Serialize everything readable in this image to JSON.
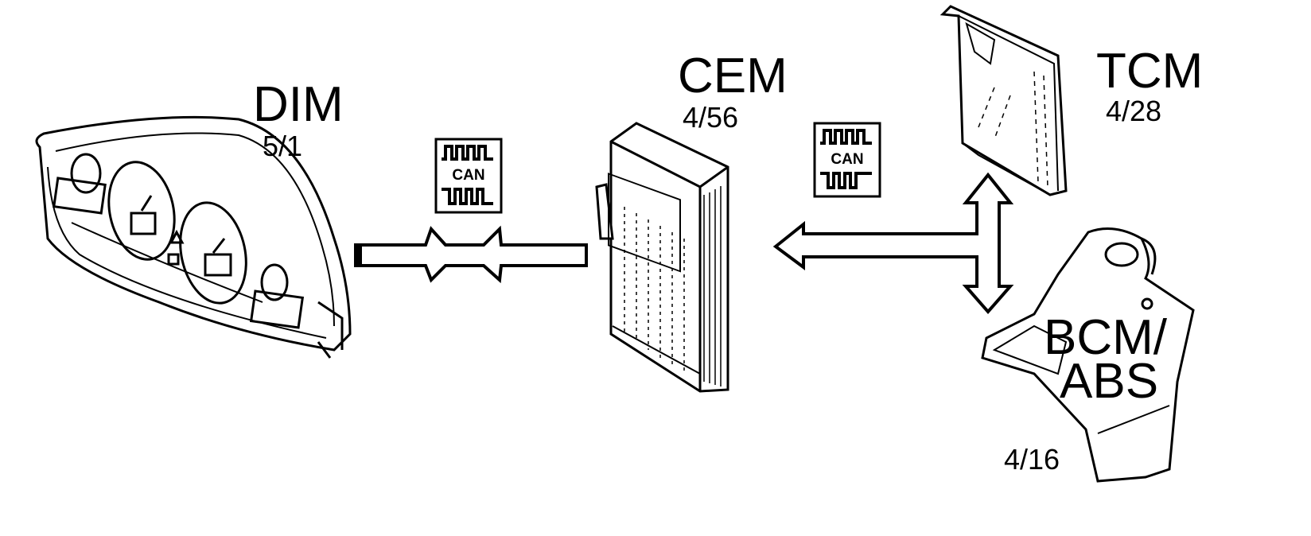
{
  "modules": {
    "dim": {
      "name": "DIM",
      "code": "5/1"
    },
    "cem": {
      "name": "CEM",
      "code": "4/56"
    },
    "tcm": {
      "name": "TCM",
      "code": "4/28"
    },
    "bcm": {
      "name_line1": "BCM/",
      "name_line2": "ABS",
      "code": "4/16"
    }
  },
  "bus": {
    "left_label": "CAN",
    "right_label": "CAN"
  },
  "colors": {
    "line": "#000000",
    "background": "#ffffff"
  }
}
